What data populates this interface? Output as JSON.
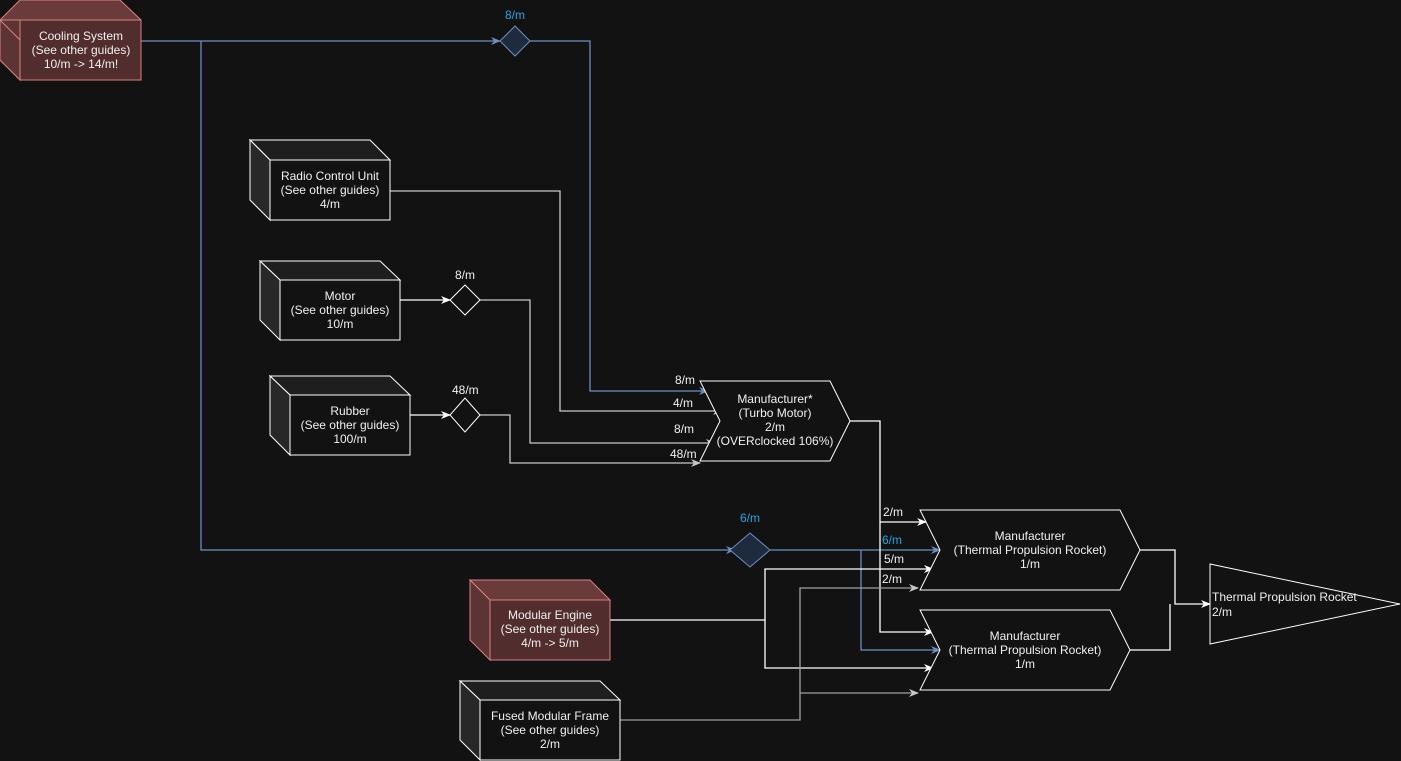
{
  "colors": {
    "background": "#121212",
    "line_white": "#ffffff",
    "line_gray": "#a0a0a0",
    "line_blue": "#6c8ebf",
    "label_blue": "#29a3e0",
    "highlight_fill": "#522d2d",
    "highlight_stroke": "#d98080",
    "splitter_fill": "#1e2a3d"
  },
  "sources": {
    "cooling": [
      "Cooling System",
      "(See other guides)",
      "10/m -> 14/m!"
    ],
    "radio": [
      "Radio Control Unit",
      "(See other guides)",
      "4/m"
    ],
    "motor": [
      "Motor",
      "(See other guides)",
      "10/m"
    ],
    "rubber": [
      "Rubber",
      "(See other guides)",
      "100/m"
    ],
    "engine": [
      "Modular Engine",
      "(See other guides)",
      "4/m -> 5/m"
    ],
    "frame": [
      "Fused Modular Frame",
      "(See other guides)",
      "2/m"
    ]
  },
  "splitters": {
    "cooling_top": "8/m",
    "motor": "8/m",
    "rubber": "48/m",
    "cooling_bottom": "6/m"
  },
  "turbo_manufacturer": {
    "lines": [
      "Manufacturer*",
      "(Turbo Motor)",
      "2/m",
      "(OVERclocked 106%)"
    ],
    "inputs": [
      "8/m",
      "4/m",
      "8/m",
      "48/m"
    ]
  },
  "rocket_manufacturer_1": {
    "lines": [
      "Manufacturer",
      "(Thermal Propulsion Rocket)",
      "1/m"
    ],
    "inputs": [
      "2/m",
      "6/m",
      "5/m",
      "2/m"
    ]
  },
  "rocket_manufacturer_2": {
    "lines": [
      "Manufacturer",
      "(Thermal Propulsion Rocket)",
      "1/m"
    ]
  },
  "output": {
    "title": "Thermal Propulsion Rocket",
    "rate": "2/m"
  }
}
